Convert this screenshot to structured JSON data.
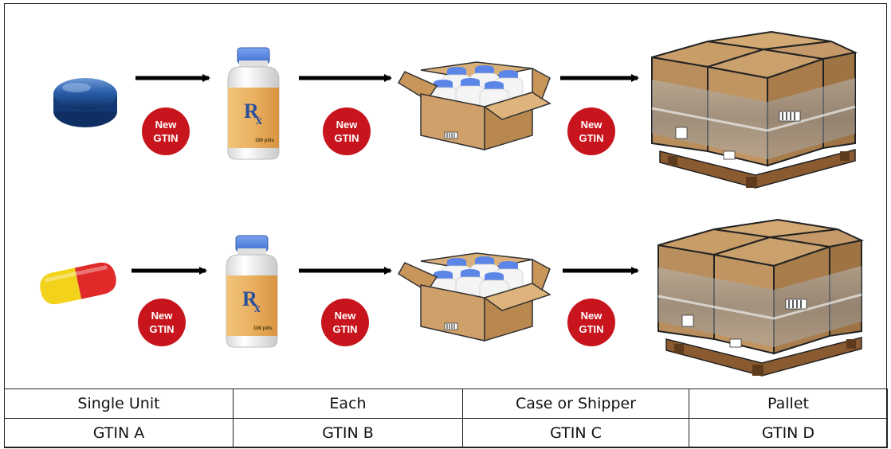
{
  "badges": {
    "line1": "New",
    "line2": "GTIN"
  },
  "bottle": {
    "rx_r": "R",
    "rx_x": "x",
    "count": "100 pills"
  },
  "rows": [
    {
      "name": "tablet-row",
      "start_item": "round-blue-tablet-icon"
    },
    {
      "name": "capsule-row",
      "start_item": "yellow-red-capsule-icon"
    }
  ],
  "table": {
    "headers": [
      "Single Unit",
      "Each",
      "Case or Shipper",
      "Pallet"
    ],
    "gtins": [
      "GTIN A",
      "GTIN B",
      "GTIN C",
      "GTIN D"
    ]
  },
  "colors": {
    "badge": "#c8151d",
    "tablet": "#1e4f8f",
    "capsule_yellow": "#f2d21b",
    "capsule_red": "#e02a2a",
    "cap_blue": "#4a7de0",
    "label_orange": "#e7a84a",
    "cardboard": "#cfa06a"
  }
}
